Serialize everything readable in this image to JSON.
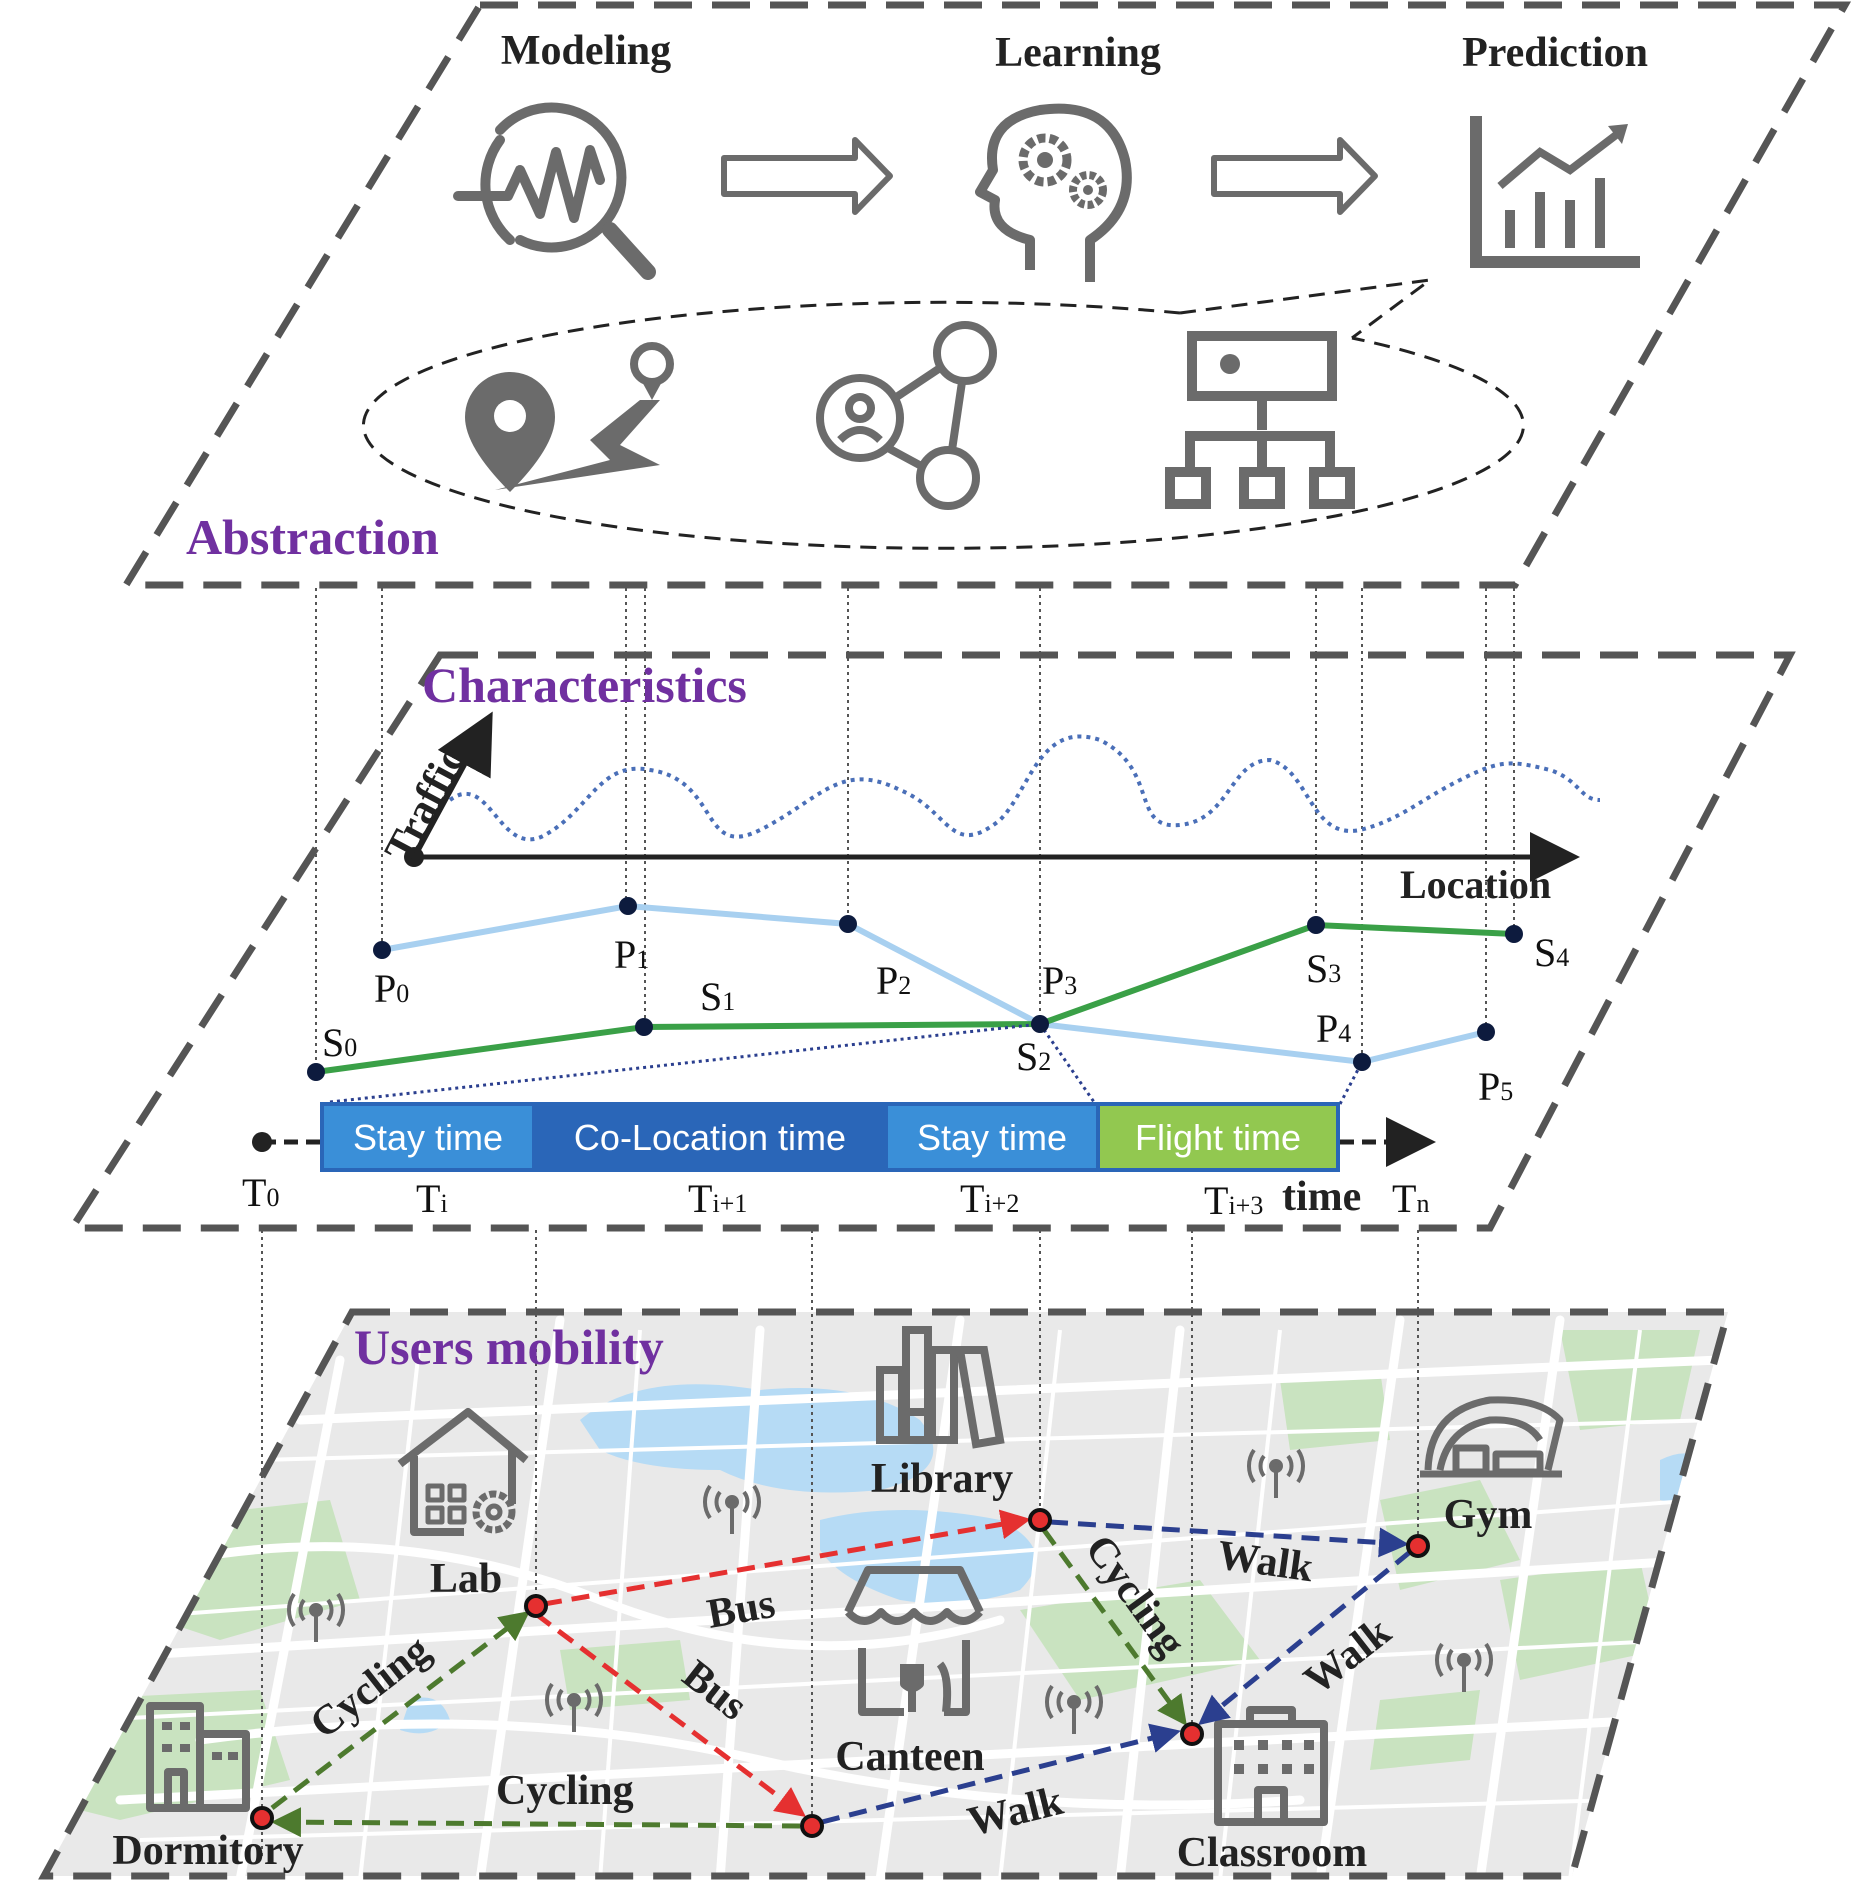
{
  "top": {
    "section_label": "Abstraction",
    "steps": [
      "Modeling",
      "Learning",
      "Prediction"
    ],
    "icons": [
      "modeling-icon",
      "learning-icon",
      "prediction-chart-icon",
      "trajectory-icon",
      "social-network-icon",
      "hierarchy-icon"
    ]
  },
  "middle": {
    "section_label": "Characteristics",
    "axis_traffic": "Traffic",
    "axis_location": "Location",
    "p_points": [
      {
        "name": "P",
        "sub": "0"
      },
      {
        "name": "P",
        "sub": "1"
      },
      {
        "name": "P",
        "sub": "2"
      },
      {
        "name": "P",
        "sub": "3"
      },
      {
        "name": "P",
        "sub": "4"
      },
      {
        "name": "P",
        "sub": "5"
      }
    ],
    "s_points": [
      {
        "name": "S",
        "sub": "0"
      },
      {
        "name": "S",
        "sub": "1"
      },
      {
        "name": "S",
        "sub": "2"
      },
      {
        "name": "S",
        "sub": "3"
      },
      {
        "name": "S",
        "sub": "4"
      }
    ],
    "bars": [
      "Stay time",
      "Co-Location time",
      "Stay time",
      "Flight time"
    ],
    "bar_colors": [
      "#3a8fd8",
      "#2a66b8",
      "#3a8fd8",
      "#92c850"
    ],
    "time_ticks": [
      {
        "name": "T",
        "sub": "0"
      },
      {
        "name": "T",
        "sub": "i"
      },
      {
        "name": "T",
        "sub": "i+1"
      },
      {
        "name": "T",
        "sub": "i+2"
      },
      {
        "name": "T",
        "sub": "i+3"
      },
      {
        "name": "T",
        "sub": "n"
      }
    ],
    "time_label": "time"
  },
  "bottom": {
    "section_label": "Users mobility",
    "places": [
      "Lab",
      "Library",
      "Gym",
      "Canteen",
      "Dormitory",
      "Classroom"
    ],
    "modes": {
      "dorm_lab": "Cycling",
      "lab_library": "Bus",
      "lab_canteen": "Bus",
      "canteen_dorm": "Cycling",
      "canteen_classroom": "Walk",
      "library_gym": "Walk",
      "library_classroom": "Cycling",
      "gym_classroom": "Walk"
    },
    "mode_colors": {
      "Bus": "#e53030",
      "Cycling": "#4d7a2e",
      "Walk": "#2b3f8f"
    }
  },
  "colors": {
    "title": "#7030a0",
    "p_line": "#a8d0f0",
    "s_line": "#3aa047",
    "traffic": "#4a6fb8",
    "icon": "#6b6b6b"
  }
}
